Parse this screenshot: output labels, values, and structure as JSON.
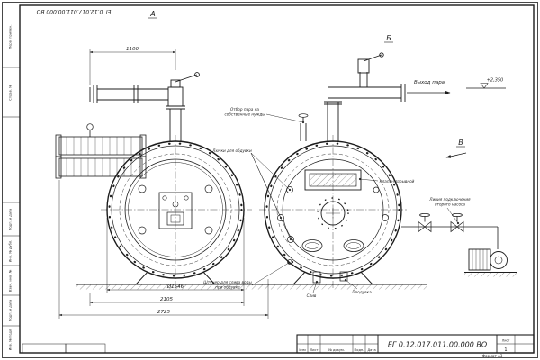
{
  "doc": {
    "number": "ЕГ 0.12.017.011.00.000 ВО",
    "format": "Формат А3",
    "sheet_label": "Лист",
    "sheet_value": "1"
  },
  "view_labels": {
    "a": "А",
    "b": "Б",
    "v": "В"
  },
  "callouts": {
    "steam_outlet": "Выход пара",
    "elevation": "+2,350",
    "steam_own_1": "Отбор пара на",
    "steam_own_2": "собственные нужды",
    "hatches": "Лючки для обдувки",
    "explosion_valve": "Клапан взрывной",
    "pump_line_1": "Линия подключения",
    "pump_line_2": "второго насоса",
    "drain_fitting_1": "Штуцер для слива воды",
    "drain_fitting_2": "при обдувке",
    "drain": "Слив",
    "blowdown": "Продувка"
  },
  "dimensions": {
    "pipe_offset": "1100",
    "shell_diameter": "Ø1546",
    "width_mid": "2105",
    "width_overall": "2725"
  },
  "title_block": {
    "columns": [
      "Изм",
      "Лист",
      "№ докум.",
      "Подп.",
      "Дата"
    ]
  },
  "side_strip": {
    "labels": [
      "Перв. примен.",
      "Справ. №",
      "Подп. и дата",
      "Инв. № дубл.",
      "Взам. инв. №",
      "Подп. и дата",
      "Инв. № подл."
    ]
  }
}
